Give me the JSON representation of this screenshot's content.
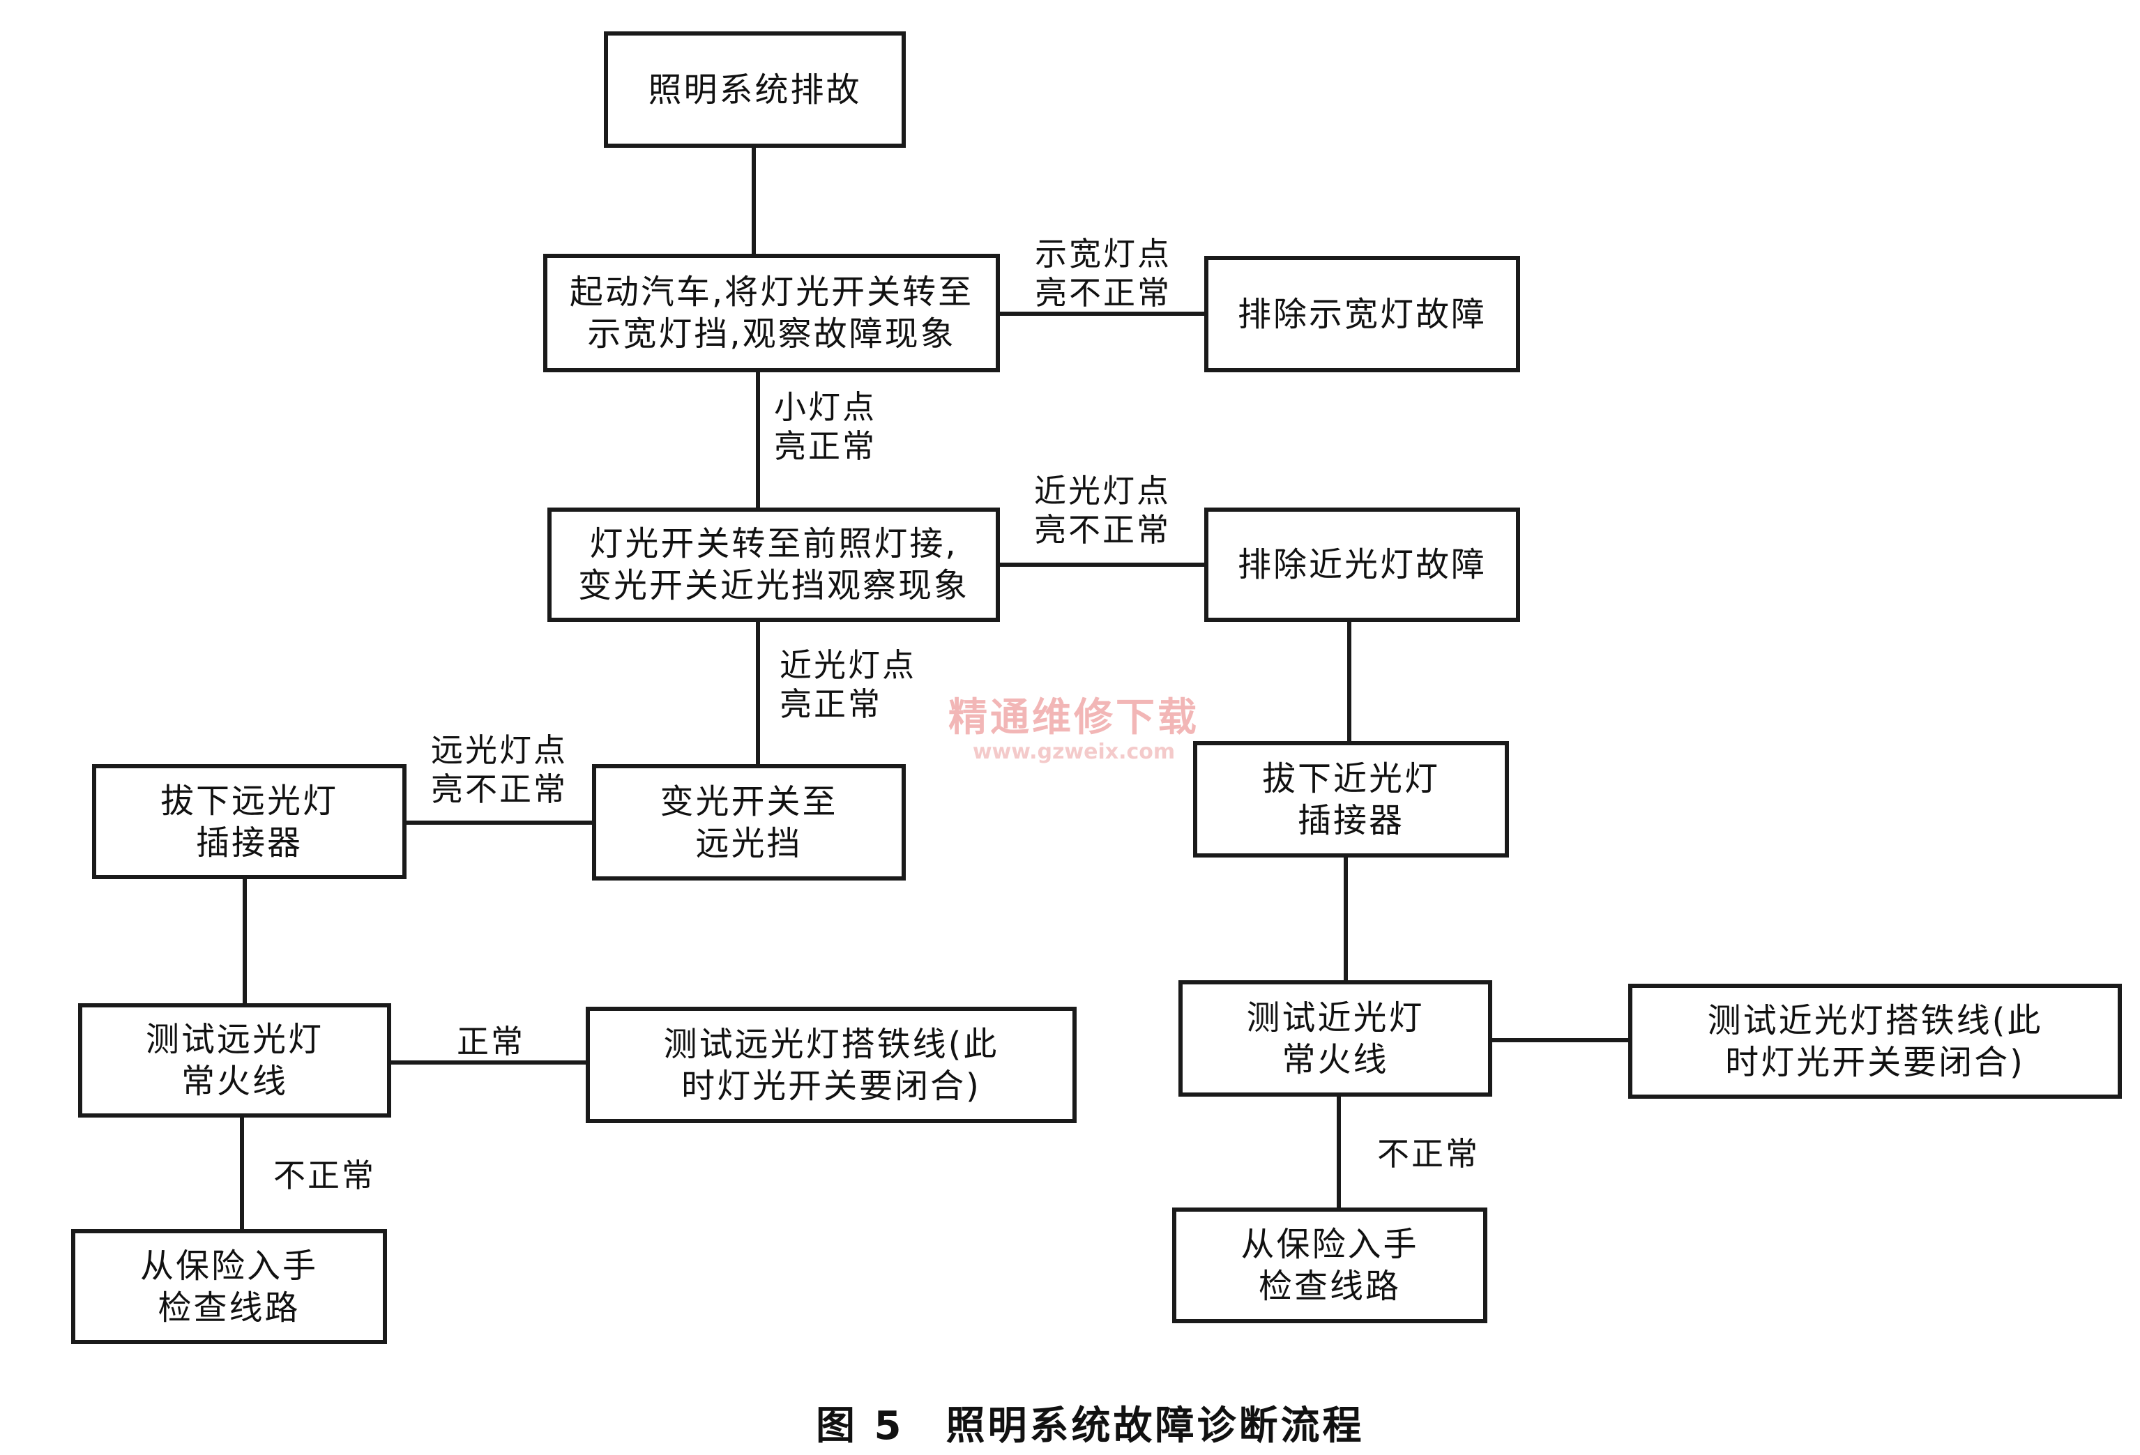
{
  "nodes": {
    "start": "照明系统排故",
    "start_car": "起动汽车,将灯光开关转至\n示宽灯挡,观察故障现象",
    "fix_width_lamp": "排除示宽灯故障",
    "headlamp_low": "灯光开关转至前照灯接,\n变光开关近光挡观察现象",
    "fix_low_beam": "排除近光灯故障",
    "switch_high": "变光开关至\n远光挡",
    "unplug_high": "拔下远光灯\n插接器",
    "unplug_low": "拔下近光灯\n插接器",
    "test_high_live": "测试远光灯\n常火线",
    "test_high_ground": "测试远光灯搭铁线(此\n时灯光开关要闭合)",
    "test_low_live": "测试近光灯\n常火线",
    "test_low_ground": "测试近光灯搭铁线(此\n时灯光开关要闭合)",
    "check_fuse_left": "从保险入手\n检查线路",
    "check_fuse_right": "从保险入手\n检查线路"
  },
  "edge_labels": {
    "width_abnormal": "示宽灯点\n亮不正常",
    "small_normal": "小灯点\n亮正常",
    "low_abnormal": "近光灯点\n亮不正常",
    "low_normal": "近光灯点\n亮正常",
    "high_abnormal": "远光灯点\n亮不正常",
    "normal_left": "正常",
    "abnormal_left": "不正常",
    "abnormal_right": "不正常"
  },
  "watermark": {
    "line1": "精通维修下载",
    "line2": "www.gzweix.com"
  },
  "caption": "图 5　照明系统故障诊断流程"
}
